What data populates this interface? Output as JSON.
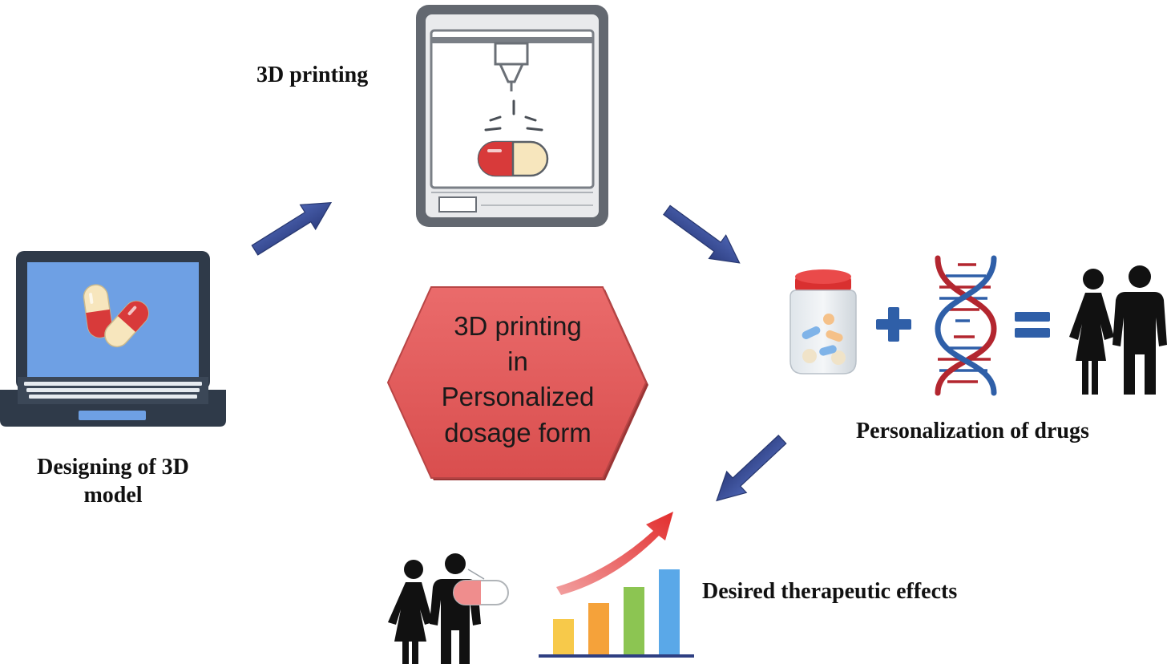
{
  "labels": {
    "printing": "3D printing",
    "designing_line1": "Designing of 3D",
    "designing_line2": "model",
    "personalization": "Personalization of drugs",
    "therapeutic": "Desired therapeutic effects"
  },
  "center": {
    "line1": "3D printing",
    "line2": "in",
    "line3": "Personalized",
    "line4": "dosage form"
  },
  "colors": {
    "arrow": "#3b4f97",
    "hexagon": "#e25c5c",
    "pill_red": "#d83a3a",
    "pill_cream": "#f7e6bd",
    "laptop_screen": "#6ea0e4",
    "dna_red": "#b3262f",
    "dna_blue": "#2f5fa8",
    "bar_yellow": "#f7c94a",
    "bar_orange": "#f5a23a",
    "bar_green": "#8cc552",
    "bar_blue": "#5aa8e8"
  },
  "icons": [
    "laptop-icon",
    "3d-printer-icon",
    "capsule-icon",
    "pill-bottle-icon",
    "dna-icon",
    "people-icon",
    "bar-chart-icon",
    "trend-arrow-icon"
  ]
}
